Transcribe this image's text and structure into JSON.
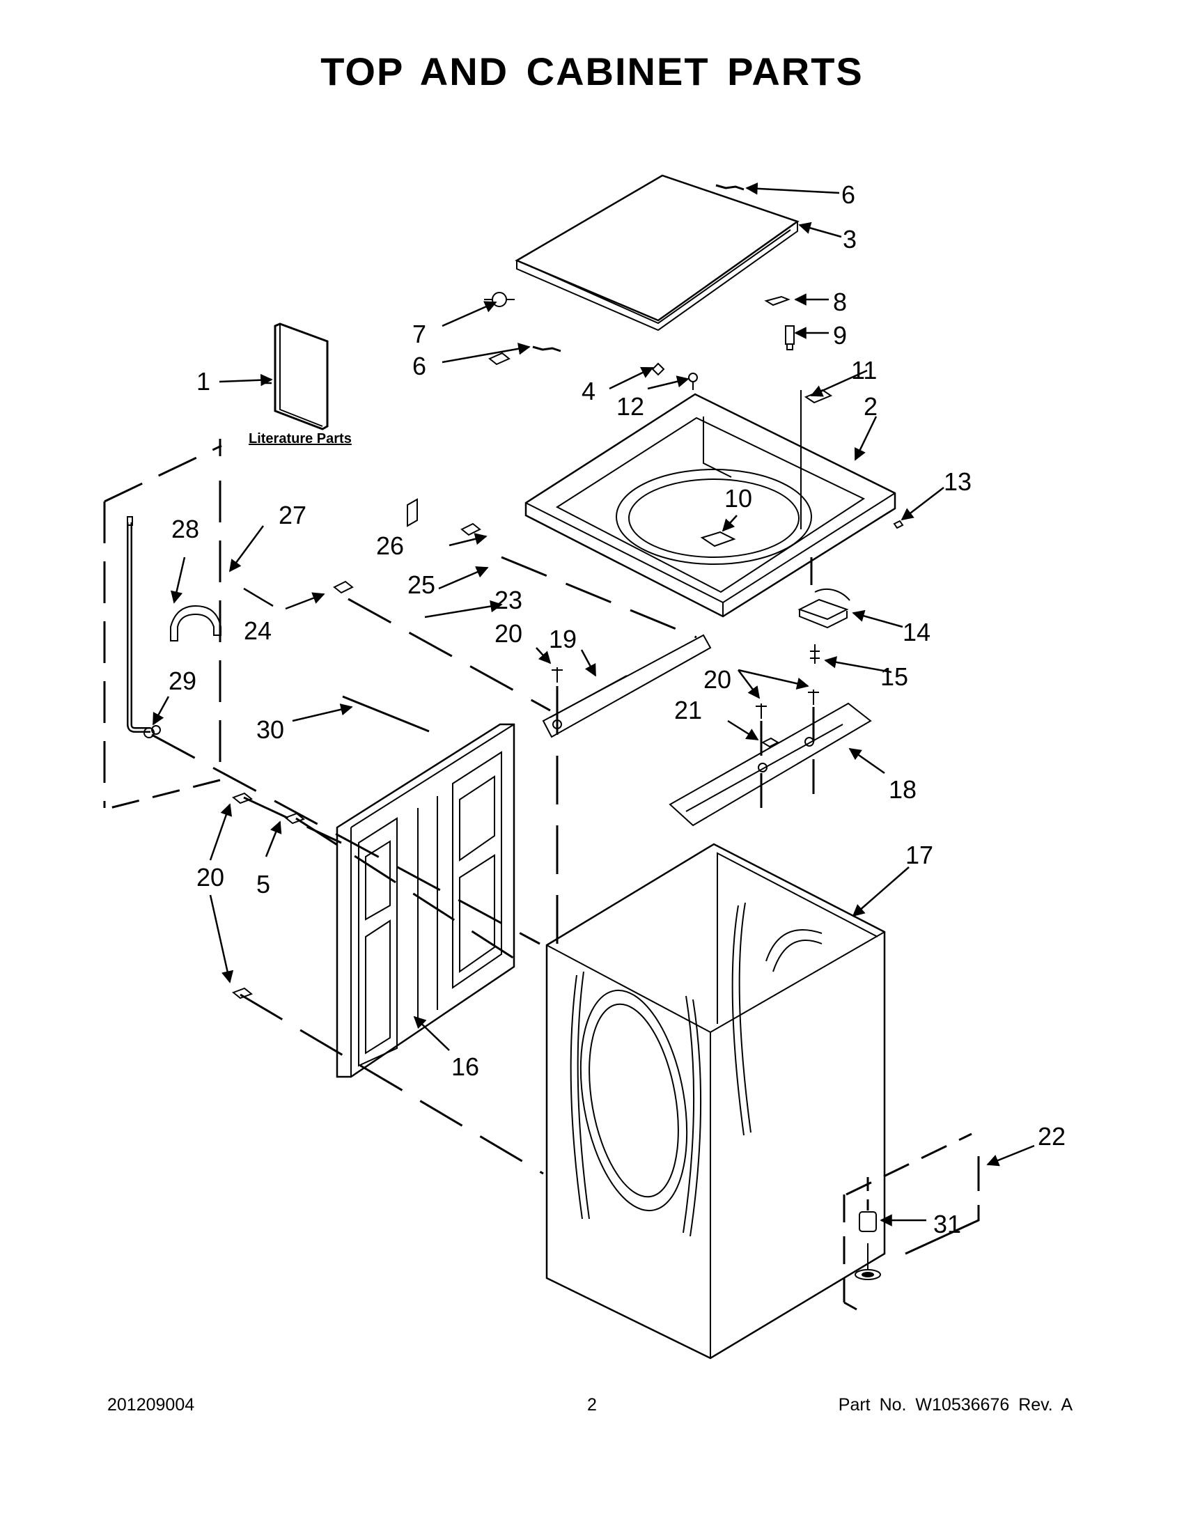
{
  "title": "TOP AND CABINET PARTS",
  "literature_label": "Literature Parts",
  "callouts": {
    "c1": "1",
    "c2": "2",
    "c3": "3",
    "c4": "4",
    "c5": "5",
    "c6a": "6",
    "c6b": "6",
    "c7": "7",
    "c8": "8",
    "c9": "9",
    "c10": "10",
    "c11": "11",
    "c12": "12",
    "c13": "13",
    "c14": "14",
    "c15": "15",
    "c16": "16",
    "c17": "17",
    "c18": "18",
    "c19": "19",
    "c20a": "20",
    "c20b": "20",
    "c20c": "20",
    "c21": "21",
    "c22": "22",
    "c23": "23",
    "c24": "24",
    "c25": "25",
    "c26": "26",
    "c27": "27",
    "c28": "28",
    "c29": "29",
    "c30": "30",
    "c31": "31"
  },
  "footer": {
    "doc_code": "201209004",
    "page_number": "2",
    "part_number": "Part No.  W10536676  Rev.  A"
  }
}
